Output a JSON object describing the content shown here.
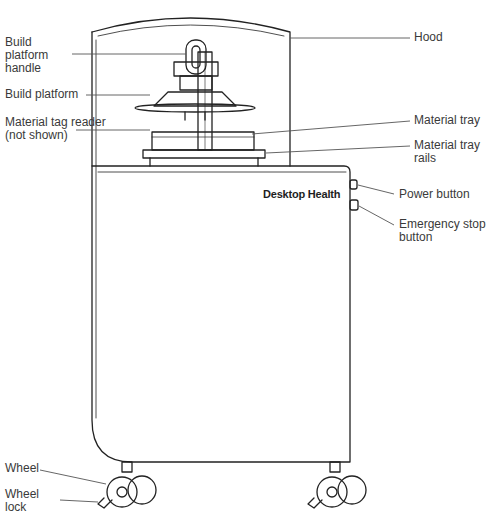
{
  "diagram": {
    "labels": [
      "Build platform handle",
      "Hood",
      "Build platform",
      "Material tray",
      "Material tag reader (not shown)",
      "Material tray rails",
      "Desktop Health",
      "Power button",
      "Emergency stop button",
      "Wheel",
      "Wheel lock"
    ]
  }
}
